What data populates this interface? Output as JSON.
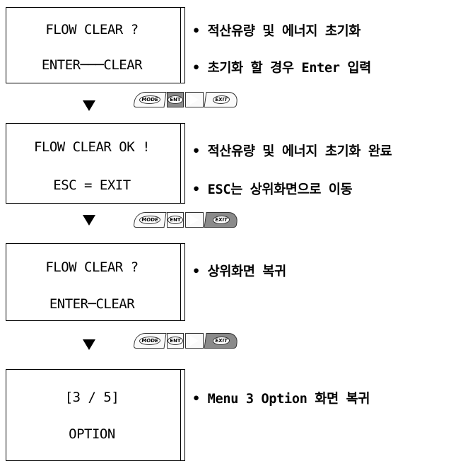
{
  "screens": [
    {
      "line1": "FLOW CLEAR ?",
      "line2": "ENTER───CLEAR",
      "notes": [
        "• 적산유량 및 에너지 초기화",
        "• 초기화 할 경우 Enter 입력"
      ]
    },
    {
      "line1": "FLOW CLEAR OK !",
      "line2": "ESC = EXIT",
      "notes": [
        "• 적산유량 및 에너지 초기화 완료",
        "• ESC는 상위화면으로 이동"
      ]
    },
    {
      "line1": "FLOW CLEAR ?",
      "line2": "ENTER─CLEAR",
      "notes": [
        "• 상위화면 복귀"
      ]
    },
    {
      "line1": "[3 / 5]",
      "line2": "OPTION",
      "notes": [
        "• Menu 3 Option 화면 복귀"
      ]
    }
  ],
  "keypad": {
    "mode": "MODE",
    "ent": "ENT",
    "exit": "EXIT"
  },
  "keypad_active": [
    "ent",
    "exit",
    "exit"
  ]
}
